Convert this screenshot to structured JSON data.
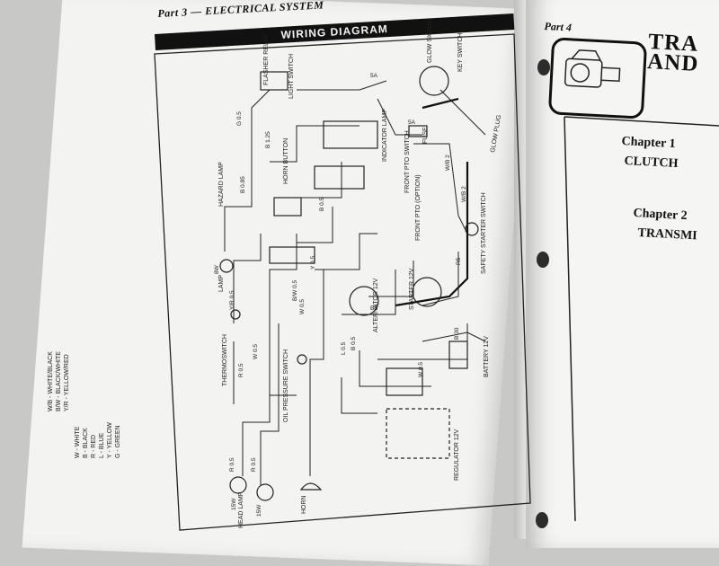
{
  "left_page": {
    "section_header": "Part 3 — ELECTRICAL SYSTEM",
    "title": "WIRING DIAGRAM",
    "legend": [
      "W - WHITE",
      "B - BLACK",
      "R - RED",
      "L - BLUE",
      "Y - YELLOW",
      "G - GREEN",
      "W/B - WHITE/BLACK",
      "B/W - BLACK/WHITE",
      "Y/R - YELLOW/RED"
    ],
    "components": {
      "head_lamp": "HEAD LAMP",
      "horn": "HORN",
      "oil_pressure_switch": "OIL PRESSURE SWITCH",
      "thermoswitch": "THERMOSWITCH",
      "lamp": "LAMP",
      "hazard_lamp": "HAZARD LAMP",
      "flasher_relay": "FLASHER RELAY",
      "light_switch": "LIGHT SWITCH",
      "horn_button": "HORN BUTTON",
      "indicator_lamp": "INDICATOR LAMP",
      "front_pto_switch": "FRONT PTO SWITCH",
      "front_pto_option": "FRONT PTO (OPTION)",
      "glow_signal": "GLOW SIGNAL",
      "key_switch": "KEY SWITCH",
      "fuse": "FUSE",
      "glow_plug": "GLOW PLUG",
      "safety_starter_switch": "SAFETY STARTER SWITCH",
      "alternator": "ALTERNATOR 12V",
      "starter": "STARTER 12V",
      "battery": "BATTERY 12V",
      "regulator": "REGULATOR 12V"
    },
    "wire_labels": {
      "r05_a": "R 0.5",
      "r05_b": "R 0.5",
      "w05_a": "W 0.5",
      "w05_b": "W 0.5",
      "w05_c": "W 0.5",
      "b05_a": "B 0.5",
      "b05_b": "B 0.5",
      "y05": "Y 0.5",
      "yr05": "Y/R 0.5",
      "bw05": "B/W 0.5",
      "l05": "L 0.5",
      "b085": "B 0.85",
      "b125": "B 1.25",
      "g05": "G 0.5",
      "r5": "R5",
      "b5": "B5",
      "b30": "B 30",
      "wb2_a": "W/B 2",
      "wb2_b": "W/B 2",
      "watt_15w_a": "15W",
      "watt_15w_b": "15W",
      "watt_8w": "8W",
      "fuse_5a_a": "5A",
      "fuse_5a_b": "5A"
    }
  },
  "right_page": {
    "part": "Part 4",
    "title_line1": "TRA",
    "title_line2": "AND",
    "chapter1_label": "Chapter 1",
    "chapter1_title": "CLUTCH",
    "chapter2_label": "Chapter 2",
    "chapter2_title": "TRANSMI"
  }
}
